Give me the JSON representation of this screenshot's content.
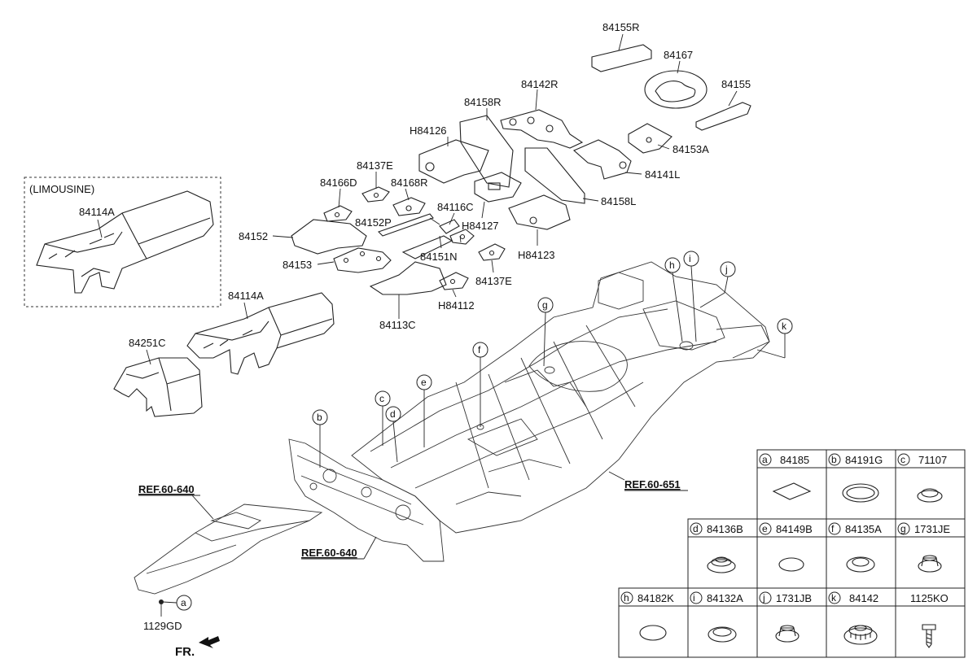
{
  "limousine_label": "(LIMOUSINE)",
  "labels": [
    {
      "id": "84155R",
      "text": "84155R"
    },
    {
      "id": "84167",
      "text": "84167"
    },
    {
      "id": "84142R",
      "text": "84142R"
    },
    {
      "id": "84155",
      "text": "84155"
    },
    {
      "id": "84158R",
      "text": "84158R"
    },
    {
      "id": "H84126",
      "text": "H84126"
    },
    {
      "id": "84153A",
      "text": "84153A"
    },
    {
      "id": "84141L",
      "text": "84141L"
    },
    {
      "id": "84137E-a",
      "text": "84137E"
    },
    {
      "id": "84166D",
      "text": "84166D"
    },
    {
      "id": "84168R",
      "text": "84168R"
    },
    {
      "id": "84158L",
      "text": "84158L"
    },
    {
      "id": "84116C",
      "text": "84116C"
    },
    {
      "id": "84152P",
      "text": "84152P"
    },
    {
      "id": "H84127",
      "text": "H84127"
    },
    {
      "id": "84152",
      "text": "84152"
    },
    {
      "id": "84151N",
      "text": "84151N"
    },
    {
      "id": "H84123",
      "text": "H84123"
    },
    {
      "id": "84153",
      "text": "84153"
    },
    {
      "id": "84137E-b",
      "text": "84137E"
    },
    {
      "id": "H84112",
      "text": "H84112"
    },
    {
      "id": "84113C",
      "text": "84113C"
    },
    {
      "id": "84114A-limo",
      "text": "84114A"
    },
    {
      "id": "84114A",
      "text": "84114A"
    },
    {
      "id": "84251C",
      "text": "84251C"
    },
    {
      "id": "1129GD",
      "text": "1129GD"
    }
  ],
  "refs": [
    {
      "id": "ref-60-640-a",
      "text": "REF.60-640"
    },
    {
      "id": "ref-60-640-b",
      "text": "REF.60-640"
    },
    {
      "id": "ref-60-651",
      "text": "REF.60-651"
    }
  ],
  "front_label": "FR.",
  "callouts": [
    "a",
    "b",
    "c",
    "d",
    "e",
    "f",
    "g",
    "h",
    "i",
    "j",
    "k"
  ],
  "legend": [
    {
      "letter": "a",
      "part": "84185",
      "icon": "flat-pad-icon"
    },
    {
      "letter": "b",
      "part": "84191G",
      "icon": "large-grommet-icon"
    },
    {
      "letter": "c",
      "part": "71107",
      "icon": "plug-icon"
    },
    {
      "letter": "d",
      "part": "84136B",
      "icon": "ribbed-grommet-icon"
    },
    {
      "letter": "e",
      "part": "84149B",
      "icon": "oval-pad-icon"
    },
    {
      "letter": "f",
      "part": "84135A",
      "icon": "round-grommet-icon"
    },
    {
      "letter": "g",
      "part": "1731JE",
      "icon": "cap-plug-icon"
    },
    {
      "letter": "h",
      "part": "84182K",
      "icon": "oval-pad-icon"
    },
    {
      "letter": "i",
      "part": "84132A",
      "icon": "round-grommet-icon"
    },
    {
      "letter": "j",
      "part": "1731JB",
      "icon": "cap-plug-icon"
    },
    {
      "letter": "k",
      "part": "84142",
      "icon": "toothed-grommet-icon"
    },
    {
      "letter": "",
      "part": "1125KO",
      "icon": "bolt-icon"
    }
  ]
}
